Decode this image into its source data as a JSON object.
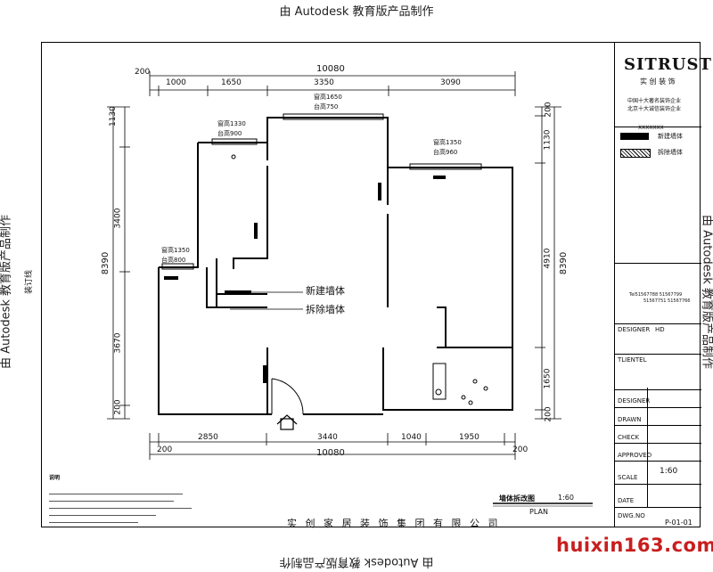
{
  "watermark": "由 Autodesk 教育版产品制作",
  "watermark_site": "huixin163.com",
  "left_side_label": "装订线",
  "dimensions": {
    "top_total": "10080",
    "top_segments": [
      "200",
      "1000",
      "1650",
      "3350",
      "3090"
    ],
    "bottom_segments": [
      "200",
      "2850",
      "3440",
      "1040",
      "1950",
      "200"
    ],
    "bottom_total": "10080",
    "left_segments": [
      "1130",
      "3400",
      "3670",
      "200"
    ],
    "left_total": "8390",
    "right_segments": [
      "200",
      "1130",
      "4910",
      "1650",
      "200"
    ],
    "right_total": "8390"
  },
  "windows": {
    "w1": [
      "窗高1650",
      "台高750"
    ],
    "w2": [
      "窗高1330",
      "台高900"
    ],
    "w3": [
      "窗高1350",
      "台高960"
    ],
    "w4": [
      "窗高1350",
      "台高800"
    ]
  },
  "annotations": {
    "new_wall": "新建墙体",
    "demolish_wall": "拆除墙体"
  },
  "drawing": {
    "title": "墙体拆改图",
    "scale": "1:60",
    "plan": "PLAN"
  },
  "company": "实 创 家 居 装 饰 集 团 有 限 公 司",
  "notes_title": "说明",
  "titleblock": {
    "logo": "SITRUST",
    "brand_cn": "实 创 装 饰",
    "tag1": "中国十大著名装饰企业",
    "tag2": "北京十大诚信装饰企业",
    "small": "XXXXXXX",
    "legend_new": "新建墙体",
    "legend_demolish": "拆除墙体",
    "tel1": "Tel51567788  51567799",
    "tel2": "51567751  51567766",
    "designer_label": "DESIGNER",
    "designer_val": "HD",
    "client_label": "TLIENTEL",
    "designer2": "DESIGNER",
    "drawn": "DRAWN",
    "check": "CHECK",
    "approved": "APPROVED",
    "scale_label": "SCALE",
    "scale_val": "1:60",
    "date_label": "DATE",
    "dwg_label": "DWG.NO",
    "dwg_val": "P-01-01"
  }
}
